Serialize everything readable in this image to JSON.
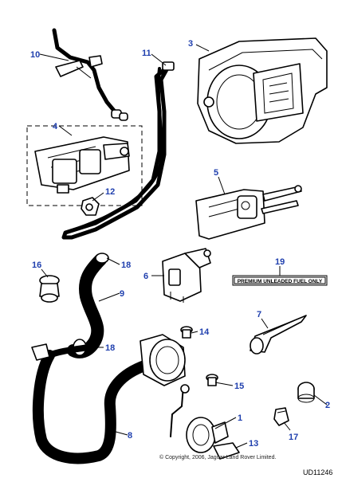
{
  "callouts": {
    "c1": "1",
    "c2": "2",
    "c3": "3",
    "c4": "4",
    "c5": "5",
    "c6": "6",
    "c7": "7",
    "c8": "8",
    "c9": "9",
    "c10": "10",
    "c11": "11",
    "c12": "12",
    "c13": "13",
    "c14": "14",
    "c15": "15",
    "c16": "16",
    "c17": "17",
    "c18a": "18",
    "c18b": "18",
    "c19": "19"
  },
  "fuel_label": "PREMIUM UNLEADED FUEL ONLY",
  "copyright": "© Copyright, 2006, Jaguar Land Rover Limited.",
  "diagram_code": "UD11246",
  "colors": {
    "callout": "#1f3fae",
    "line": "#000000"
  }
}
